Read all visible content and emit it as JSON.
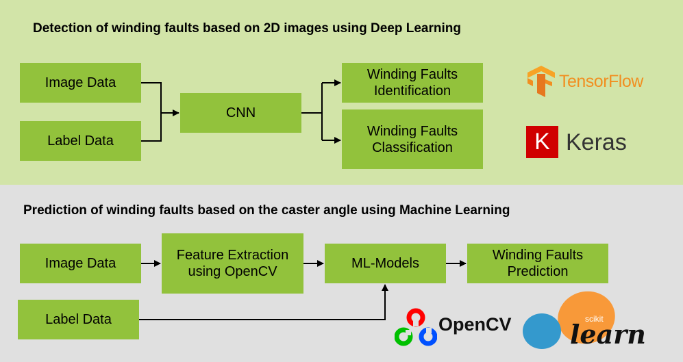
{
  "section_dl": {
    "title": "Detection of winding faults based on 2D images using Deep Learning",
    "image_data": "Image Data",
    "label_data": "Label Data",
    "cnn": "CNN",
    "identification": "Winding Faults\nIdentification",
    "classification": "Winding Faults\nClassification",
    "logos": {
      "tensorflow": "TensorFlow",
      "keras_mark": "K",
      "keras": "Keras"
    }
  },
  "section_ml": {
    "title": "Prediction of winding faults based on the caster angle using Machine Learning",
    "image_data": "Image Data",
    "label_data": "Label Data",
    "feature_extraction": "Feature Extraction\nusing OpenCV",
    "ml_models": "ML-Models",
    "prediction": "Winding Faults\nPrediction",
    "logos": {
      "opencv": "OpenCV",
      "scikit_small": "scikit",
      "scikit_learn": "learn"
    }
  },
  "colors": {
    "panel_top": "#d2e4a8",
    "panel_bottom": "#e0e0e0",
    "box_fill": "#92c23c",
    "tensorflow_orange": "#f18f21",
    "keras_red": "#d00000",
    "opencv_red": "#ff0000",
    "opencv_green": "#00c000",
    "opencv_blue": "#0050ff",
    "sklearn_orange": "#f89939",
    "sklearn_blue": "#3499cd"
  }
}
